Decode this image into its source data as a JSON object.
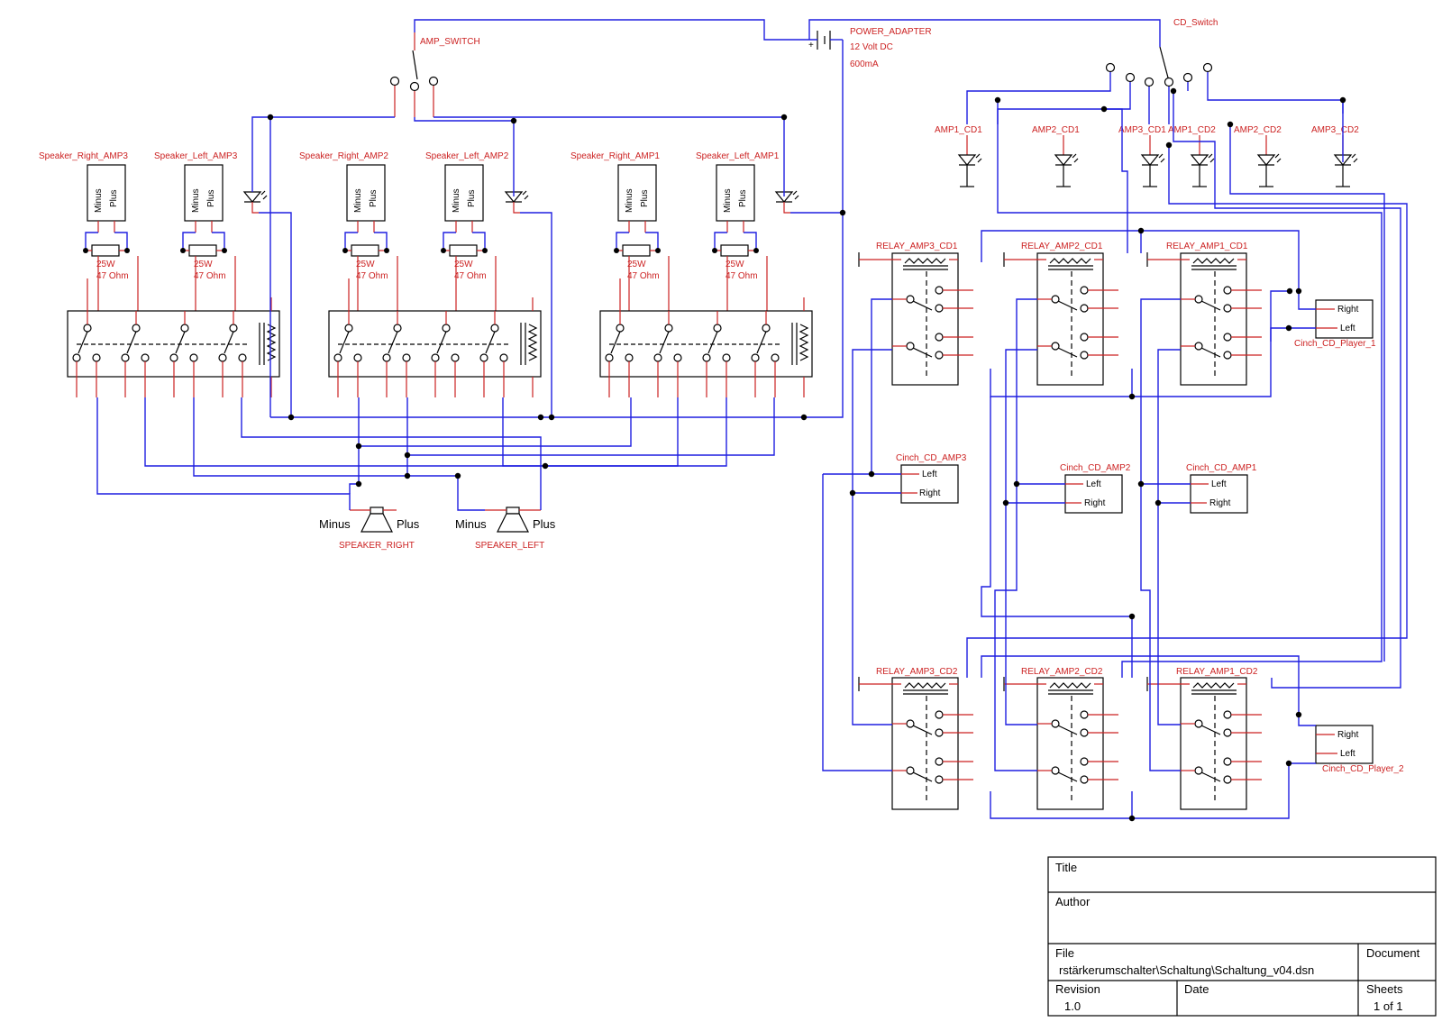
{
  "labels": {
    "amp_switch": "AMP_SWITCH",
    "power_adapter": "POWER_ADAPTER",
    "power_voltage": "12 Volt DC",
    "power_current": "600mA",
    "cd_switch": "CD_Switch",
    "speaker_right_amp3": "Speaker_Right_AMP3",
    "speaker_left_amp3": "Speaker_Left_AMP3",
    "speaker_right_amp2": "Speaker_Right_AMP2",
    "speaker_left_amp2": "Speaker_Left_AMP2",
    "speaker_right_amp1": "Speaker_Right_AMP1",
    "speaker_left_amp1": "Speaker_Left_AMP1",
    "resistor_power": "25W",
    "resistor_value": "47 Ohm",
    "minus": "Minus",
    "plus": "Plus",
    "speaker_right": "SPEAKER_RIGHT",
    "speaker_left": "SPEAKER_LEFT",
    "amp1_cd1": "AMP1_CD1",
    "amp2_cd1": "AMP2_CD1",
    "amp3_cd1": "AMP3_CD1",
    "amp1_cd2": "AMP1_CD2",
    "amp2_cd2": "AMP2_CD2",
    "amp3_cd2": "AMP3_CD2",
    "relay_amp3_cd1": "RELAY_AMP3_CD1",
    "relay_amp2_cd1": "RELAY_AMP2_CD1",
    "relay_amp1_cd1": "RELAY_AMP1_CD1",
    "relay_amp3_cd2": "RELAY_AMP3_CD2",
    "relay_amp2_cd2": "RELAY_AMP2_CD2",
    "relay_amp1_cd2": "RELAY_AMP1_CD2",
    "cinch_amp3": "Cinch_CD_AMP3",
    "cinch_amp2": "Cinch_CD_AMP2",
    "cinch_amp1": "Cinch_CD_AMP1",
    "cinch_player1": "Cinch_CD_Player_1",
    "cinch_player2": "Cinch_CD_Player_2",
    "left": "Left",
    "right": "Right"
  },
  "title_block": {
    "title_label": "Title",
    "author_label": "Author",
    "file_label": "File",
    "file_value": "rstärkerumschalter\\Schaltung\\Schaltung_v04.dsn",
    "document_label": "Document",
    "revision_label": "Revision",
    "revision_value": "1.0",
    "date_label": "Date",
    "sheets_label": "Sheets",
    "sheets_value": "1 of 1"
  }
}
